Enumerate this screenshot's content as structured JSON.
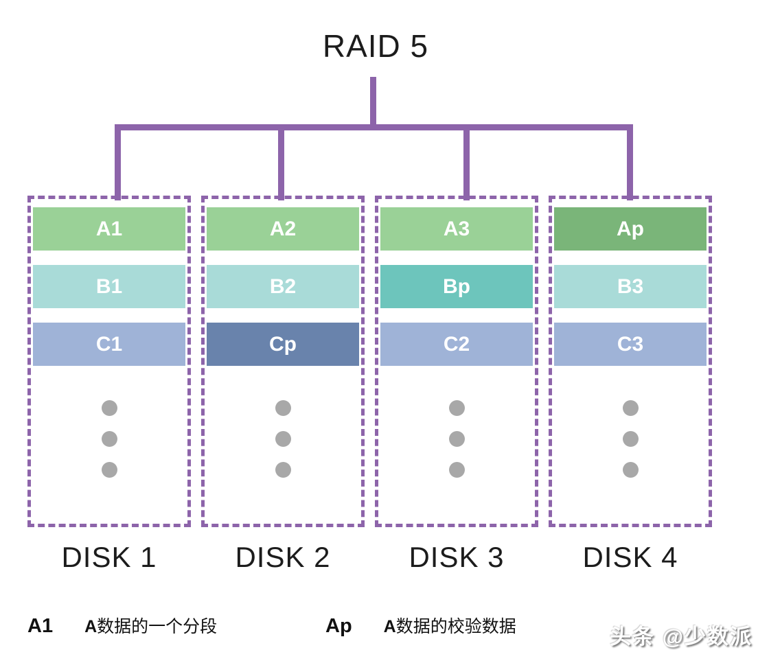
{
  "title": "RAID 5",
  "colors": {
    "connector_purple": "#8d64aa",
    "border_purple": "#8d64aa",
    "text_black": "#1c1c1c",
    "block_text_white": "#ffffff",
    "dot_gray": "#a8a8a8",
    "green_light": "#9ad197",
    "green_dark": "#7ab579",
    "teal_light": "#a9dbd8",
    "teal_dark": "#6dc5bc",
    "blue_light": "#9fb3d7",
    "blue_dark": "#6983ac"
  },
  "disks": [
    {
      "label": "DISK 1",
      "blocks": [
        {
          "label": "A1",
          "color": "#9ad197"
        },
        {
          "label": "B1",
          "color": "#a9dbd8"
        },
        {
          "label": "C1",
          "color": "#9fb3d7"
        }
      ]
    },
    {
      "label": "DISK 2",
      "blocks": [
        {
          "label": "A2",
          "color": "#9ad197"
        },
        {
          "label": "B2",
          "color": "#a9dbd8"
        },
        {
          "label": "Cp",
          "color": "#6983ac"
        }
      ]
    },
    {
      "label": "DISK 3",
      "blocks": [
        {
          "label": "A3",
          "color": "#9ad197"
        },
        {
          "label": "Bp",
          "color": "#6dc5bc"
        },
        {
          "label": "C2",
          "color": "#9fb3d7"
        }
      ]
    },
    {
      "label": "DISK 4",
      "blocks": [
        {
          "label": "Ap",
          "color": "#7ab579"
        },
        {
          "label": "B3",
          "color": "#a9dbd8"
        },
        {
          "label": "C3",
          "color": "#9fb3d7"
        }
      ]
    }
  ],
  "legend": [
    {
      "key": "A1",
      "desc_bold": "A",
      "desc_rest": "数据的一个分段"
    },
    {
      "key": "Ap",
      "desc_bold": "A",
      "desc_rest": "数据的校验数据"
    }
  ],
  "watermark": "头条 @少数派"
}
